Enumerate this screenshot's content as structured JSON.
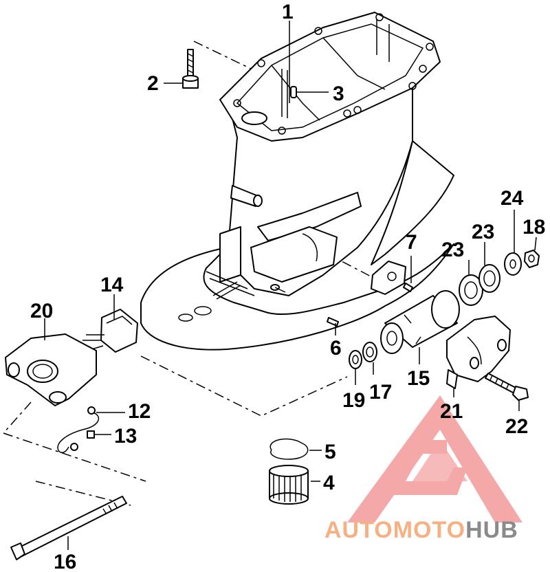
{
  "labels": {
    "p1": "1",
    "p2": "2",
    "p3": "3",
    "p4": "4",
    "p5": "5",
    "p6": "6",
    "p7": "7",
    "p12": "12",
    "p13": "13",
    "p14": "14",
    "p15": "15",
    "p16": "16",
    "p17": "17",
    "p18": "18",
    "p19": "19",
    "p20": "20",
    "p21": "21",
    "p22": "22",
    "p23a": "23",
    "p23b": "23",
    "p24": "24"
  },
  "watermark": {
    "part_auto": "AUTO",
    "part_moto": "MOTO",
    "part_hub": "HUB",
    "colors": {
      "logo": "#f28b8b",
      "auto": "#f5b183",
      "hub": "#8a8a8a"
    }
  }
}
